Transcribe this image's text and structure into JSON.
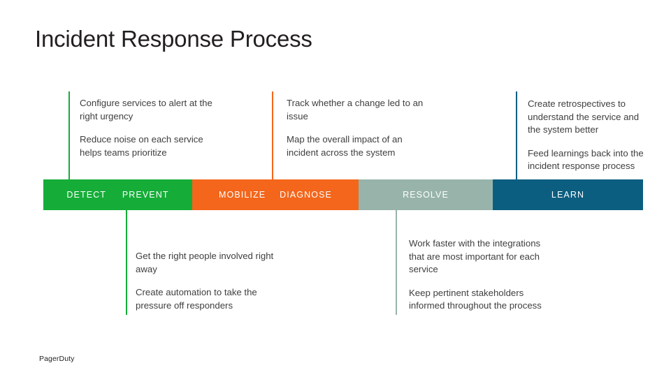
{
  "slide": {
    "title": "Incident Response Process",
    "footer_logo": "PagerDuty"
  },
  "colors": {
    "detect_prevent": "#15AD38",
    "mobilize_diagnose": "#F4661B",
    "resolve": "#98B4AA",
    "learn": "#0B5E80",
    "text": "#3e3e3e",
    "title": "#231f20"
  },
  "timeline": {
    "segments": [
      {
        "id": "detect-prevent",
        "color": "#15AD38",
        "phases": [
          "DETECT",
          "PREVENT"
        ]
      },
      {
        "id": "mobilize-diagnose",
        "color": "#F4661B",
        "phases": [
          "MOBILIZE",
          "DIAGNOSE"
        ]
      },
      {
        "id": "resolve",
        "color": "#98B4AA",
        "phases": [
          "RESOLVE"
        ]
      },
      {
        "id": "learn",
        "color": "#0B5E80",
        "phases": [
          "LEARN"
        ]
      }
    ]
  },
  "callouts": {
    "detect": {
      "phase": "DETECT",
      "position": "above",
      "connector_color": "#15AD38",
      "lines": [
        "Configure services to alert at the right urgency",
        "Reduce noise on each service helps teams prioritize"
      ]
    },
    "diagnose": {
      "phase": "DIAGNOSE",
      "position": "above",
      "connector_color": "#F4661B",
      "lines": [
        "Track whether a change led to an issue",
        "Map the overall impact of an incident across the system"
      ]
    },
    "learn": {
      "phase": "LEARN",
      "position": "above",
      "connector_color": "#0B5E80",
      "lines": [
        "Create retrospectives to understand the service and the system better",
        "Feed learnings back into the incident response process"
      ]
    },
    "prevent": {
      "phase": "PREVENT",
      "position": "below",
      "connector_color": "#15AD38",
      "lines": [
        "Get the right people involved right away",
        "Create automation to take the pressure off responders"
      ]
    },
    "resolve": {
      "phase": "RESOLVE",
      "position": "below",
      "connector_color": "#98B4AA",
      "lines": [
        "Work faster with the integrations that are most important for each service",
        "Keep pertinent stakeholders informed throughout the process"
      ]
    }
  }
}
